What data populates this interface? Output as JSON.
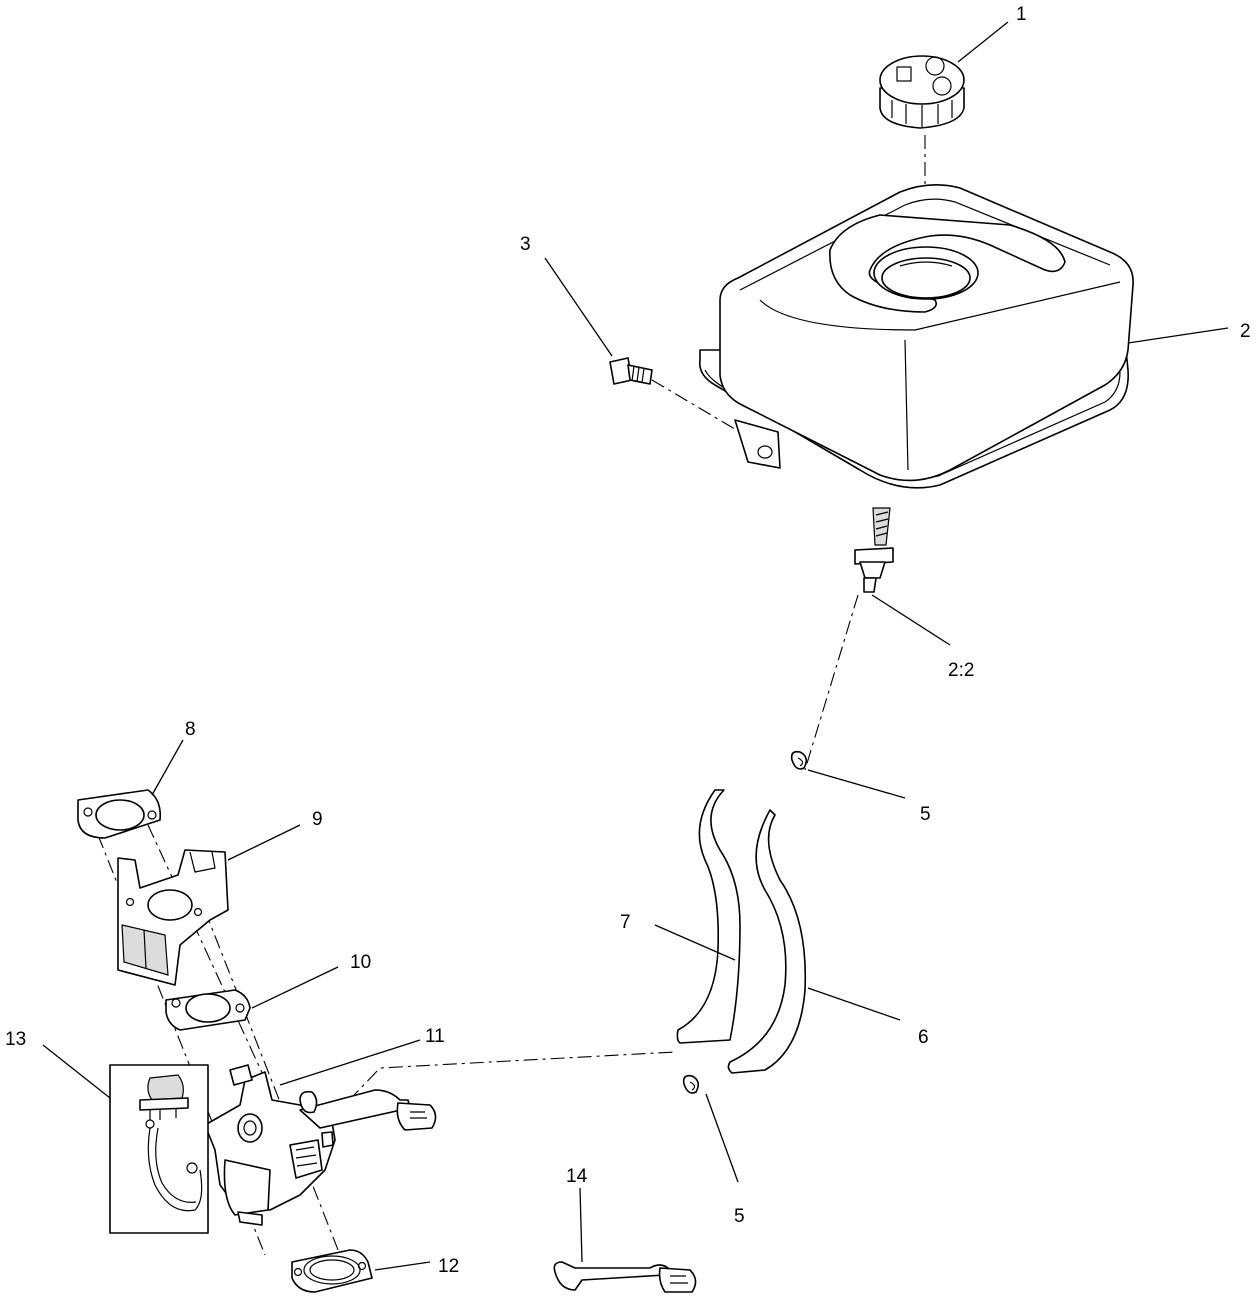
{
  "callouts": {
    "c1": "1",
    "c2": "2",
    "c2_2": "2:2",
    "c3": "3",
    "c5a": "5",
    "c5b": "5",
    "c6": "6",
    "c7": "7",
    "c8": "8",
    "c9": "9",
    "c10": "10",
    "c11": "11",
    "c12": "12",
    "c13": "13",
    "c14": "14"
  }
}
